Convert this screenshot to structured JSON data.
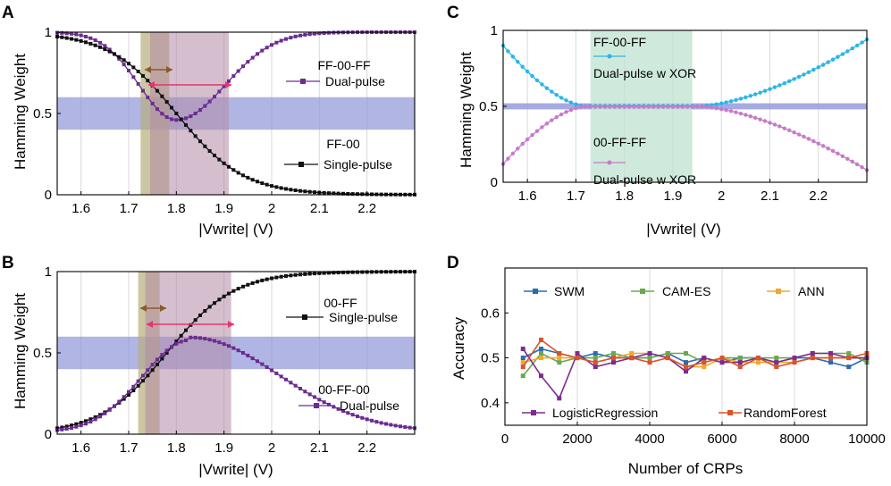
{
  "panels": {
    "A": {
      "letter": "A",
      "xlabel": "|Vwrite| (V)",
      "ylabel": "Hamming Weight",
      "xticks": [
        "1.6",
        "1.7",
        "1.8",
        "1.9",
        "2",
        "2.1",
        "2.2"
      ],
      "yticks": [
        "0",
        "0.5",
        "1"
      ],
      "legend": [
        {
          "title": "FF-00-FF",
          "entry": "Dual-pulse"
        },
        {
          "title": "FF-00",
          "entry": "Single-pulse"
        }
      ]
    },
    "B": {
      "letter": "B",
      "xlabel": "|Vwrite| (V)",
      "ylabel": "Hamming Weight",
      "xticks": [
        "1.6",
        "1.7",
        "1.8",
        "1.9",
        "2",
        "2.1",
        "2.2"
      ],
      "yticks": [
        "0",
        "0.5",
        "1"
      ],
      "legend": [
        {
          "title": "00-FF",
          "entry": "Single-pulse"
        },
        {
          "title": "00-FF-00",
          "entry": "Dual-pulse"
        }
      ]
    },
    "C": {
      "letter": "C",
      "xlabel": "|Vwrite| (V)",
      "ylabel": "Hamming Weight",
      "xticks": [
        "1.6",
        "1.7",
        "1.8",
        "1.9",
        "2",
        "2.1",
        "2.2"
      ],
      "yticks": [
        "0",
        "0.5",
        "1"
      ],
      "legend": [
        {
          "title": "FF-00-FF",
          "entry": "Dual-pulse w XOR"
        },
        {
          "title": "00-FF-FF",
          "entry": "Dual-pulse w XOR"
        }
      ]
    },
    "D": {
      "letter": "D",
      "xlabel": "Number of CRPs",
      "ylabel": "Accuracy",
      "xticks": [
        "0",
        "2000",
        "4000",
        "6000",
        "8000",
        "10000"
      ],
      "yticks": [
        "0.4",
        "0.5",
        "0.6"
      ],
      "legend_labels": [
        "SWM",
        "CAM-ES",
        "ANN",
        "LogisticRegression",
        "RandomForest"
      ]
    }
  },
  "colors": {
    "purple": "#6a2c91",
    "black": "#111111",
    "cyan": "#29b6e6",
    "pink": "#c77ac9",
    "blue_band": "#8f96d8",
    "olive_band": "#b7ae7c",
    "mauve_band": "#b28aa6",
    "teal_band": "#bfe3d2",
    "brown_arrow": "#8a5a2b",
    "pink_arrow": "#e8336e",
    "swm": "#2b6cb0",
    "cam": "#6aa84f",
    "ann": "#f0a830",
    "logreg": "#7b2d8e",
    "rf": "#d9532c"
  },
  "chart_data": [
    {
      "panel": "A",
      "type": "line",
      "xlim": [
        1.55,
        2.3
      ],
      "ylim": [
        0,
        1
      ],
      "bands": {
        "horizontal": [
          0.4,
          0.6
        ],
        "vertical_1": [
          1.725,
          1.785
        ],
        "vertical_2": [
          1.745,
          1.91
        ]
      },
      "series": [
        {
          "name": "Dual-pulse",
          "color": "purple",
          "curve": "dip",
          "x0": 1.55,
          "dx": 0.01,
          "n": 76,
          "params": {
            "min_x": 1.8,
            "min_y": 0.46,
            "rise": 0.05,
            "fall": 0.045
          }
        },
        {
          "name": "Single-pulse",
          "color": "black",
          "curve": "sigmoid_down",
          "x0": 1.55,
          "dx": 0.01,
          "n": 76,
          "params": {
            "mid": 1.8,
            "width": 0.07
          }
        }
      ]
    },
    {
      "panel": "B",
      "type": "line",
      "xlim": [
        1.55,
        2.3
      ],
      "ylim": [
        0,
        1
      ],
      "bands": {
        "horizontal": [
          0.4,
          0.6
        ],
        "vertical_1": [
          1.72,
          1.765
        ],
        "vertical_2": [
          1.735,
          1.915
        ]
      },
      "series": [
        {
          "name": "Single-pulse",
          "color": "black",
          "curve": "sigmoid_up",
          "x0": 1.55,
          "dx": 0.01,
          "n": 76,
          "params": {
            "mid": 1.78,
            "width": 0.07
          }
        },
        {
          "name": "Dual-pulse",
          "color": "purple",
          "curve": "bump",
          "x0": 1.55,
          "dx": 0.01,
          "n": 76,
          "params": {
            "peak_x": 1.83,
            "peak_y": 0.58,
            "rise": 0.06,
            "fall": 0.1
          }
        }
      ]
    },
    {
      "panel": "C",
      "type": "line",
      "xlim": [
        1.55,
        2.3
      ],
      "ylim": [
        0,
        1
      ],
      "bands": {
        "horizontal": [
          0.48,
          0.52
        ],
        "vertical_1": [
          1.73,
          1.94
        ]
      },
      "series": [
        {
          "name": "Dual-pulse w XOR",
          "color": "cyan",
          "curve": "bowl_up",
          "x0": 1.55,
          "dx": 0.01,
          "n": 76,
          "params": {
            "left_y": 0.9,
            "right_y": 0.94,
            "flat_from": 1.72,
            "flat_to": 1.95
          }
        },
        {
          "name": "Dual-pulse w XOR",
          "color": "pink",
          "curve": "bowl_down",
          "x0": 1.55,
          "dx": 0.01,
          "n": 76,
          "params": {
            "left_y": 0.12,
            "right_y": 0.08,
            "flat_from": 1.72,
            "flat_to": 1.95
          }
        }
      ]
    },
    {
      "panel": "D",
      "type": "line",
      "xlim": [
        0,
        10000
      ],
      "ylim": [
        0.35,
        0.7
      ],
      "x": [
        500,
        1000,
        1500,
        2000,
        2500,
        3000,
        3500,
        4000,
        4500,
        5000,
        5500,
        6000,
        6500,
        7000,
        7500,
        8000,
        8500,
        9000,
        9500,
        10000
      ],
      "series": [
        {
          "name": "SWM",
          "color": "swm",
          "values": [
            0.5,
            0.52,
            0.51,
            0.5,
            0.51,
            0.5,
            0.5,
            0.5,
            0.51,
            0.49,
            0.5,
            0.49,
            0.5,
            0.5,
            0.49,
            0.5,
            0.5,
            0.49,
            0.48,
            0.5
          ]
        },
        {
          "name": "CAM-ES",
          "color": "cam",
          "values": [
            0.46,
            0.51,
            0.49,
            0.5,
            0.5,
            0.51,
            0.5,
            0.5,
            0.51,
            0.51,
            0.49,
            0.5,
            0.5,
            0.5,
            0.5,
            0.5,
            0.51,
            0.51,
            0.51,
            0.49
          ]
        },
        {
          "name": "ANN",
          "color": "ann",
          "values": [
            0.49,
            0.5,
            0.5,
            0.5,
            0.49,
            0.5,
            0.51,
            0.51,
            0.5,
            0.48,
            0.48,
            0.5,
            0.49,
            0.49,
            0.49,
            0.49,
            0.5,
            0.5,
            0.5,
            0.5
          ]
        },
        {
          "name": "LogisticRegression",
          "color": "logreg",
          "values": [
            0.52,
            0.46,
            0.41,
            0.51,
            0.48,
            0.49,
            0.5,
            0.51,
            0.5,
            0.47,
            0.5,
            0.49,
            0.49,
            0.5,
            0.49,
            0.5,
            0.51,
            0.51,
            0.5,
            0.5
          ]
        },
        {
          "name": "RandomForest",
          "color": "rf",
          "values": [
            0.48,
            0.54,
            0.51,
            0.5,
            0.49,
            0.5,
            0.5,
            0.49,
            0.5,
            0.48,
            0.49,
            0.5,
            0.48,
            0.5,
            0.48,
            0.49,
            0.5,
            0.5,
            0.5,
            0.51
          ]
        }
      ]
    }
  ]
}
